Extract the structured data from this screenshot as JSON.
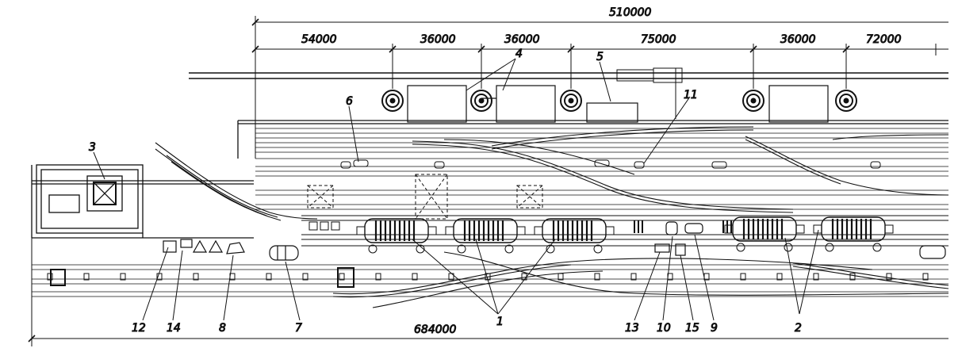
{
  "dimensions": {
    "total_top": "510000",
    "total_bottom": "684000",
    "segments": [
      "54000",
      "36000",
      "36000",
      "75000",
      "36000",
      "72000"
    ]
  },
  "callouts": {
    "c1": "1",
    "c2": "2",
    "c3": "3",
    "c4": "4",
    "c5": "5",
    "c6": "6",
    "c7": "7",
    "c8": "8",
    "c9": "9",
    "c10": "10",
    "c11": "11",
    "c12": "12",
    "c13": "13",
    "c14": "14",
    "c15": "15"
  },
  "colors": {
    "ink": "#111111",
    "paper": "#ffffff"
  }
}
